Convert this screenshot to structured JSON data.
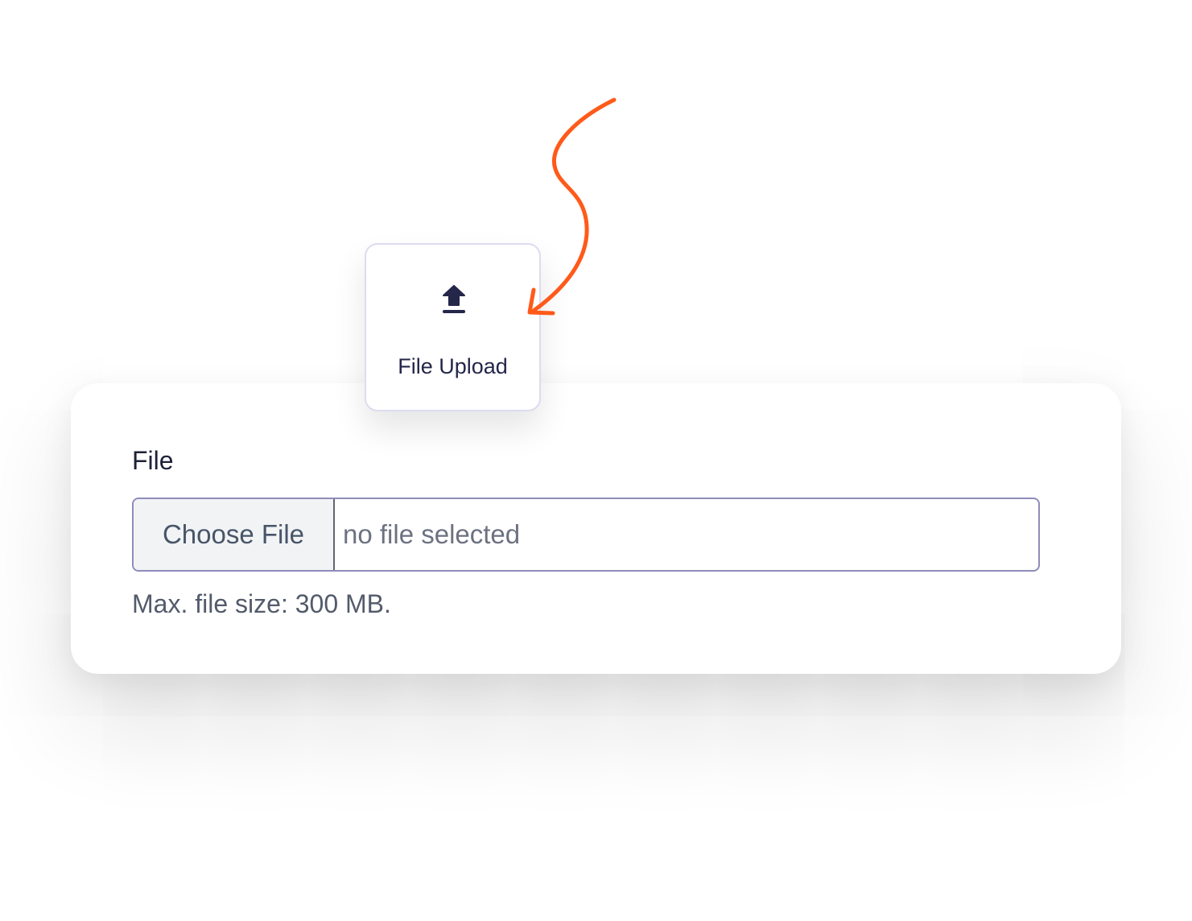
{
  "tile": {
    "label": "File Upload",
    "icon": "upload-icon"
  },
  "form": {
    "field_label": "File",
    "choose_button": "Choose File",
    "file_status": "no file selected",
    "hint": "Max. file size: 300 MB."
  },
  "colors": {
    "accent_arrow": "#ff5a1a",
    "icon": "#24264a",
    "input_border": "#8e8cba"
  }
}
